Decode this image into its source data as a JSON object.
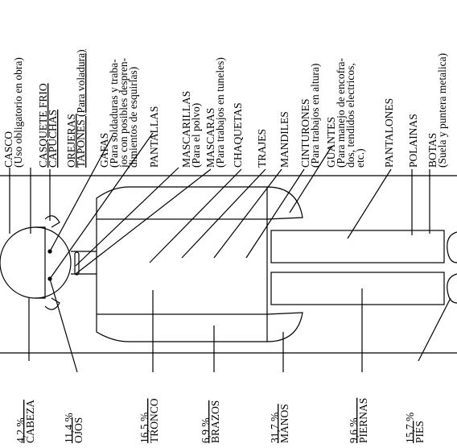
{
  "equipment_labels": [
    {
      "lines": [
        "CASCO",
        "(Uso obligatorio en obra)"
      ]
    },
    {
      "lines": [
        "CASQUETE FRIO",
        "CAPUCHAS"
      ]
    },
    {
      "lines": [
        "OREJERAS",
        "TAPONES (Para voladura)"
      ]
    },
    {
      "lines": [
        "GAFAS",
        "(Para soldaduras y traba-",
        "jos con posibles despren-",
        "dimientos de esquirlas)"
      ]
    },
    {
      "lines": [
        "PANTALLAS"
      ]
    },
    {
      "lines": [
        "MASCARILLAS",
        "(Para el polvo)"
      ]
    },
    {
      "lines": [
        "MASCARAS",
        "(Para trabajos en tuneles)"
      ]
    },
    {
      "lines": [
        "CHAQUETAS"
      ]
    },
    {
      "lines": [
        "TRAJES"
      ]
    },
    {
      "lines": [
        "MANDILES"
      ]
    },
    {
      "lines": [
        "CINTURONES",
        "(Para trabajos en altura)"
      ]
    },
    {
      "lines": [
        "GUANTES",
        "(Para manejo de encofra-",
        "dos, tendidos electricos,",
        "etc.)"
      ]
    },
    {
      "lines": [
        "PANTALONES"
      ]
    },
    {
      "lines": [
        "POLAINAS"
      ]
    },
    {
      "lines": [
        "BOTAS",
        "(Suela y puntera metalica)"
      ]
    }
  ],
  "body_parts": [
    {
      "percent": "4,2 %",
      "name": "CABEZA"
    },
    {
      "percent": "11,4 %",
      "name": "OJOS"
    },
    {
      "percent": "16,5 %",
      "name": "TRONCO"
    },
    {
      "percent": "6,9 %",
      "name": "BRAZOS"
    },
    {
      "percent": "31,7 %",
      "name": "MANOS"
    },
    {
      "percent": "9,6 %",
      "name": "PIERNAS"
    },
    {
      "percent": "15,7 %",
      "name": "PIES"
    }
  ]
}
